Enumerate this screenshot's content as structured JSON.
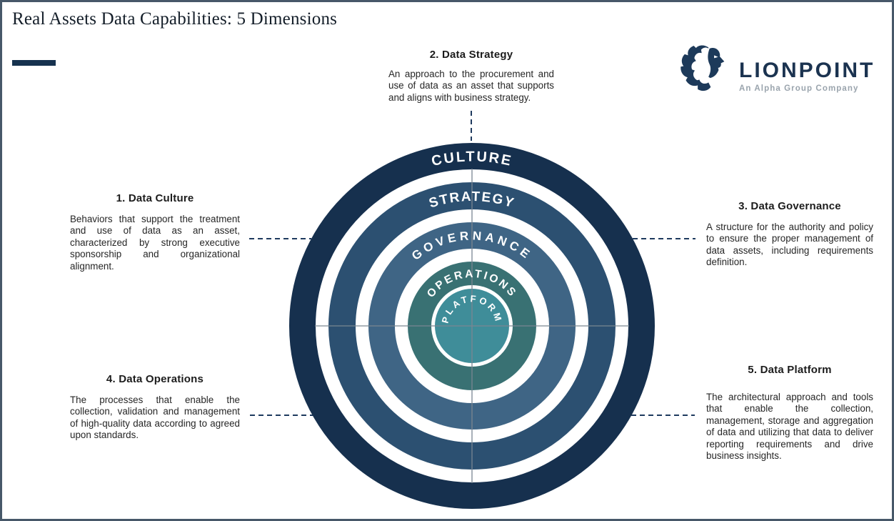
{
  "title": "Real Assets Data Capabilities: 5 Dimensions",
  "logo": {
    "wordmark": "LIONPOINT",
    "tagline": "An Alpha Group Company",
    "wordmark_color": "#1b3350",
    "tagline_color": "#9aa4ad",
    "icon": "lion-head"
  },
  "colors": {
    "accent": "#16324f",
    "frame_border": "#475869",
    "connector_dash": "#1e3a5e",
    "crosshair": "#7a8691"
  },
  "diagram": {
    "type": "concentric-rings",
    "rings": [
      {
        "label": "CULTURE",
        "color": "#16304e"
      },
      {
        "label": "STRATEGY",
        "color": "#2c5071"
      },
      {
        "label": "GOVERNANCE",
        "color": "#3f6585"
      },
      {
        "label": "OPERATIONS",
        "color": "#397173"
      },
      {
        "label": "PLATFORM",
        "color": "#3f8d99"
      }
    ]
  },
  "callouts": [
    {
      "heading": "1. Data Culture",
      "body": "Behaviors that support the treatment and use of data as an asset, characterized by strong executive sponsorship and organizational alignment."
    },
    {
      "heading": "2. Data Strategy",
      "body": "An approach to the procurement and use of data as an asset that supports and aligns with business strategy."
    },
    {
      "heading": "3. Data Governance",
      "body": "A structure for the authority and policy to ensure the proper management of data assets, including requirements definition."
    },
    {
      "heading": "4. Data Operations",
      "body": "The processes that enable the collection, validation and management of high-quality data according to agreed upon standards."
    },
    {
      "heading": "5. Data Platform",
      "body": "The architectural approach and tools that enable the collection, management, storage and aggregation of data and utilizing that data to deliver reporting requirements and drive business insights."
    }
  ]
}
